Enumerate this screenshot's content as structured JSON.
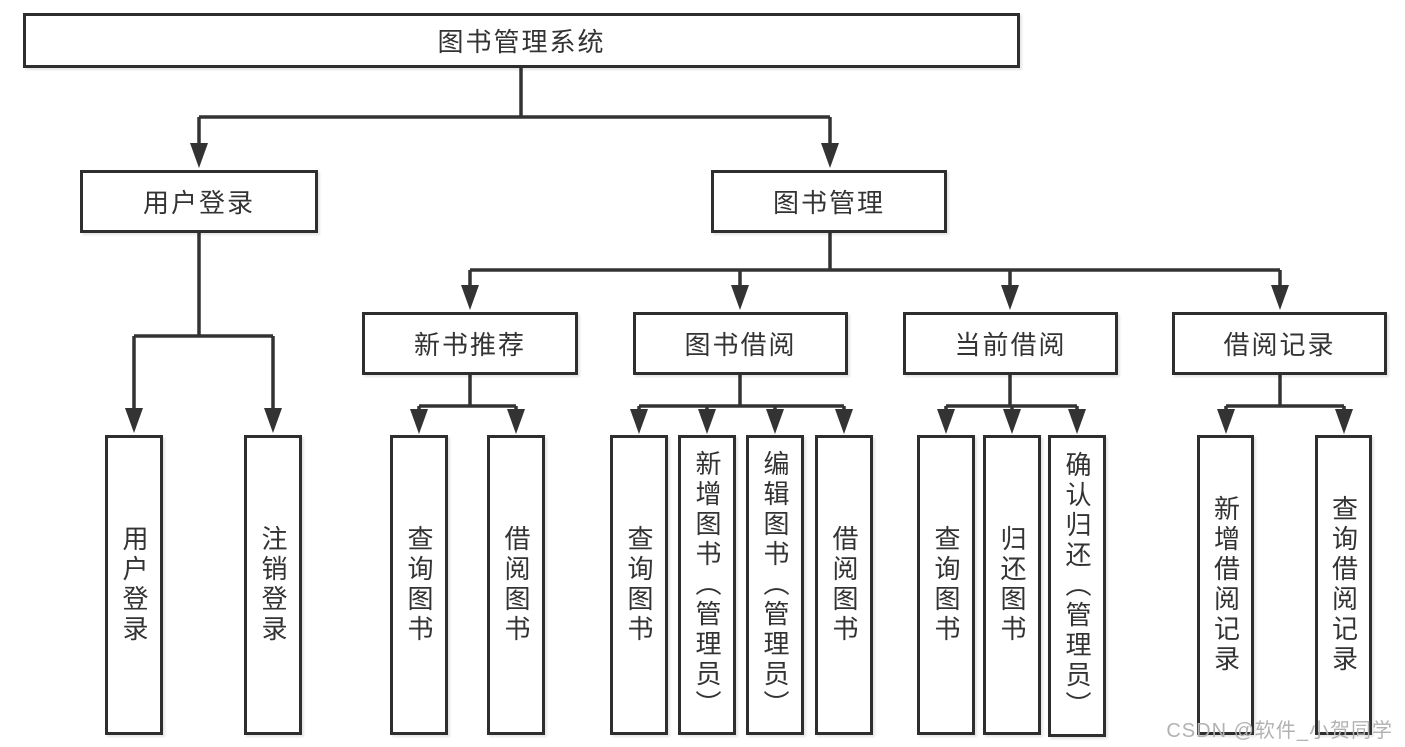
{
  "diagram": {
    "root": {
      "label": "图书管理系统"
    },
    "level2": [
      {
        "label": "用户登录",
        "parent": "图书管理系统"
      },
      {
        "label": "图书管理",
        "parent": "图书管理系统"
      }
    ],
    "level3": [
      {
        "label": "新书推荐",
        "parent": "图书管理"
      },
      {
        "label": "图书借阅",
        "parent": "图书管理"
      },
      {
        "label": "当前借阅",
        "parent": "图书管理"
      },
      {
        "label": "借阅记录",
        "parent": "图书管理"
      }
    ],
    "leaves": [
      {
        "label": "用户登录",
        "parent": "用户登录"
      },
      {
        "label": "注销登录",
        "parent": "用户登录"
      },
      {
        "label": "查询图书",
        "parent": "新书推荐"
      },
      {
        "label": "借阅图书",
        "parent": "新书推荐"
      },
      {
        "label": "查询图书",
        "parent": "图书借阅"
      },
      {
        "label": "新增图书（管理员）",
        "parent": "图书借阅"
      },
      {
        "label": "编辑图书（管理员）",
        "parent": "图书借阅"
      },
      {
        "label": "借阅图书",
        "parent": "图书借阅"
      },
      {
        "label": "查询图书",
        "parent": "当前借阅"
      },
      {
        "label": "归还图书",
        "parent": "当前借阅"
      },
      {
        "label": "确认归还（管理员）",
        "parent": "当前借阅"
      },
      {
        "label": "新增借阅记录",
        "parent": "借阅记录"
      },
      {
        "label": "查询借阅记录",
        "parent": "借阅记录"
      }
    ],
    "watermark": "CSDN @软件_小贺同学",
    "colors": {
      "line": "#333333",
      "box_border": "#2e2e2e",
      "text": "#333333",
      "background": "#ffffff",
      "watermark": "#b2b2b2"
    }
  }
}
